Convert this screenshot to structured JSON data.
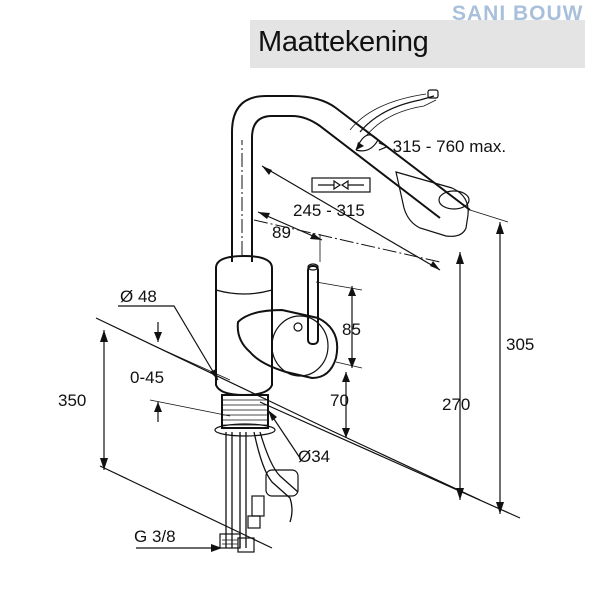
{
  "header": {
    "title": "Maattekening",
    "logo_text": "SANI BOUW"
  },
  "dimensions": {
    "pullout": "> 315 - 760 max.",
    "spout_reach": "245 - 315",
    "dim_89": "89",
    "diameter_48": "Ø 48",
    "dim_85": "85",
    "dim_305": "305",
    "dim_350": "350",
    "range_0_45": "0-45",
    "dim_70": "70",
    "dim_270": "270",
    "diameter_34": "Ø34",
    "thread_g38": "G 3/8"
  },
  "colors": {
    "line": "#111111",
    "title_band": "#e4e4e4",
    "logo": "#9bb6d6"
  },
  "icons": {
    "swivel": "swivel-arrows-icon"
  }
}
